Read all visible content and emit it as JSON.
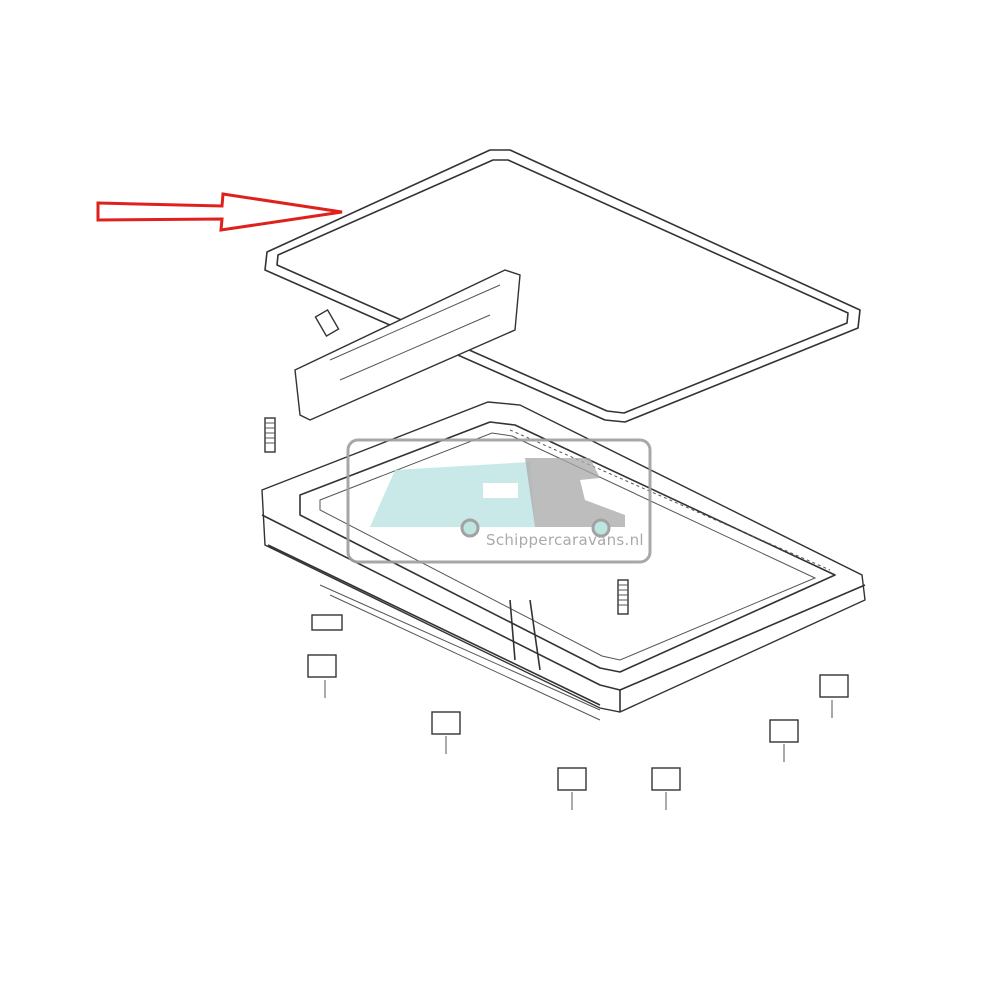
{
  "watermark": {
    "text": "Schippercaravans.nl",
    "caravan_color": "#b7e3df",
    "camper_color": "#a9a9a9",
    "border_color": "#9e9e9e"
  },
  "arrow": {
    "color": "#e0201c",
    "icon": "arrow-right-outline",
    "points_to": "gasket"
  },
  "colors": {
    "line": "#333333",
    "background": "#ffffff"
  }
}
